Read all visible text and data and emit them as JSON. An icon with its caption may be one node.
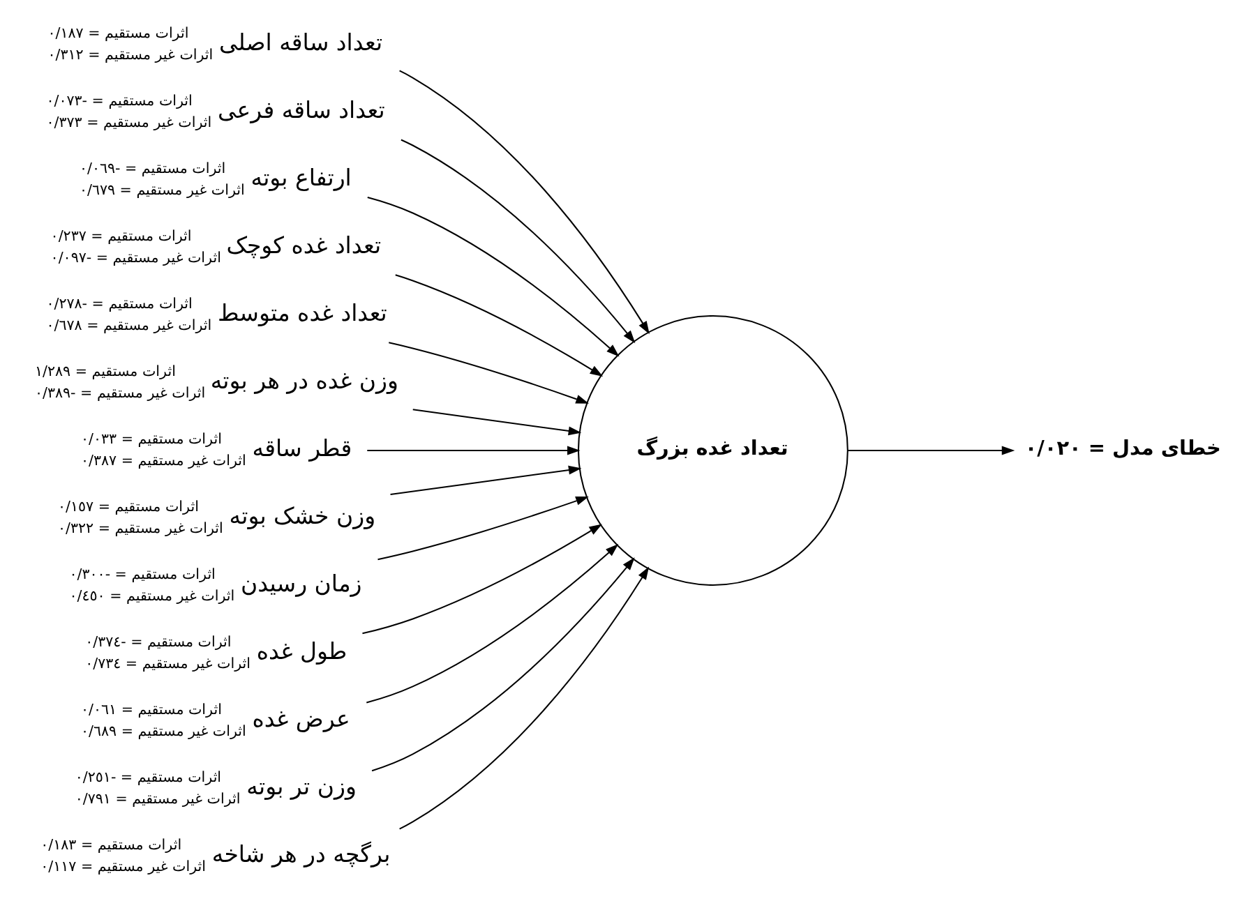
{
  "diagram": {
    "nodes": [
      {
        "text": [
          "تعداد ساقه اصلی"
        ],
        "beside": [
          "اثرات مستقیم = ٠/١٨٧",
          "اثرات غیر مستقیم = ٠/٣١٢"
        ]
      },
      {
        "text": [
          "تعداد ساقه فرعی"
        ],
        "beside": [
          "اثرات مستقیم = -٠/٠٧٣",
          "اثرات غیر مستقیم = ٠/٣٧٣"
        ]
      },
      {
        "text": [
          "ارتفاع بوته"
        ],
        "beside": [
          "اثرات مستقیم = -٠/٠٦٩",
          "اثرات غیر مستقیم = ٠/٦٧٩"
        ]
      },
      {
        "text": [
          "تعداد غده کوچک"
        ],
        "beside": [
          "اثرات مستقیم = ٠/٢٣٧",
          "اثرات غیر مستقیم = -٠/٠٩٧"
        ]
      },
      {
        "text": [
          "تعداد غده متوسط"
        ],
        "beside": [
          "اثرات مستقیم = -٠/٢٧٨",
          "اثرات غیر مستقیم = ٠/٦٧٨"
        ]
      },
      {
        "text": [
          "وزن غده در هر بوته"
        ],
        "beside": [
          "اثرات مستقیم = ١/٢٨٩",
          "اثرات غیر مستقیم = -٠/٣٨٩"
        ]
      },
      {
        "text": [
          "قطر ساقه"
        ],
        "beside": [
          "اثرات مستقیم = ٠/٠٣٣",
          "اثرات غیر مستقیم = ٠/٣٨٧"
        ]
      },
      {
        "text": [
          "وزن خشک بوته"
        ],
        "beside": [
          "اثرات مستقیم = ٠/١٥٧",
          "اثرات غیر مستقیم = ٠/٣٢٢"
        ]
      },
      {
        "text": [
          "زمان رسیدن"
        ],
        "beside": [
          "اثرات مستقیم = -٠/٣٠٠",
          "اثرات غیر مستقیم = ٠/٤٥٠"
        ]
      },
      {
        "text": [
          "طول غده"
        ],
        "beside": [
          "اثرات مستقیم = -٠/٣٧٤",
          "اثرات غیر مستقیم = ٠/٧٣٤"
        ]
      },
      {
        "text": [
          "عرض غده"
        ],
        "beside": [
          "اثرات مستقیم = ٠/٠٦١",
          "اثرات غیر مستقیم = ٠/٦٨٩"
        ]
      },
      {
        "text": [
          "وزن تر بوته"
        ],
        "beside": [
          "اثرات مستقیم = -٠/٢٥١",
          "اثرات غیر مستقیم = ٠/٧٩١"
        ]
      },
      {
        "text": [
          "برگچه در هر شاخه"
        ],
        "beside": [
          "اثرات مستقیم = ٠/١٨٣",
          "اثرات غیر مستقیم = ٠/١١٧"
        ]
      },
      {
        "text": [
          "تعداد غده بزرگ"
        ]
      },
      {
        "text": [
          "خطای مدل = ٠/٠٢٠"
        ]
      }
    ],
    "edges": [
      {
        "from": 0,
        "to": 13,
        "arrow": "to"
      },
      {
        "from": 1,
        "to": 13,
        "arrow": "to"
      },
      {
        "from": 2,
        "to": 13,
        "arrow": "to"
      },
      {
        "from": 3,
        "to": 13,
        "arrow": "to"
      },
      {
        "from": 4,
        "to": 13,
        "arrow": "to"
      },
      {
        "from": 5,
        "to": 13,
        "arrow": "to"
      },
      {
        "from": 6,
        "to": 13,
        "arrow": "to"
      },
      {
        "from": 7,
        "to": 13,
        "arrow": "to"
      },
      {
        "from": 8,
        "to": 13,
        "arrow": "to"
      },
      {
        "from": 9,
        "to": 13,
        "arrow": "to"
      },
      {
        "from": 10,
        "to": 13,
        "arrow": "to"
      },
      {
        "from": 11,
        "to": 13,
        "arrow": "to"
      },
      {
        "from": 12,
        "to": 13,
        "arrow": "to"
      },
      {
        "from": 13,
        "to": 14,
        "arrow": "to"
      }
    ]
  }
}
